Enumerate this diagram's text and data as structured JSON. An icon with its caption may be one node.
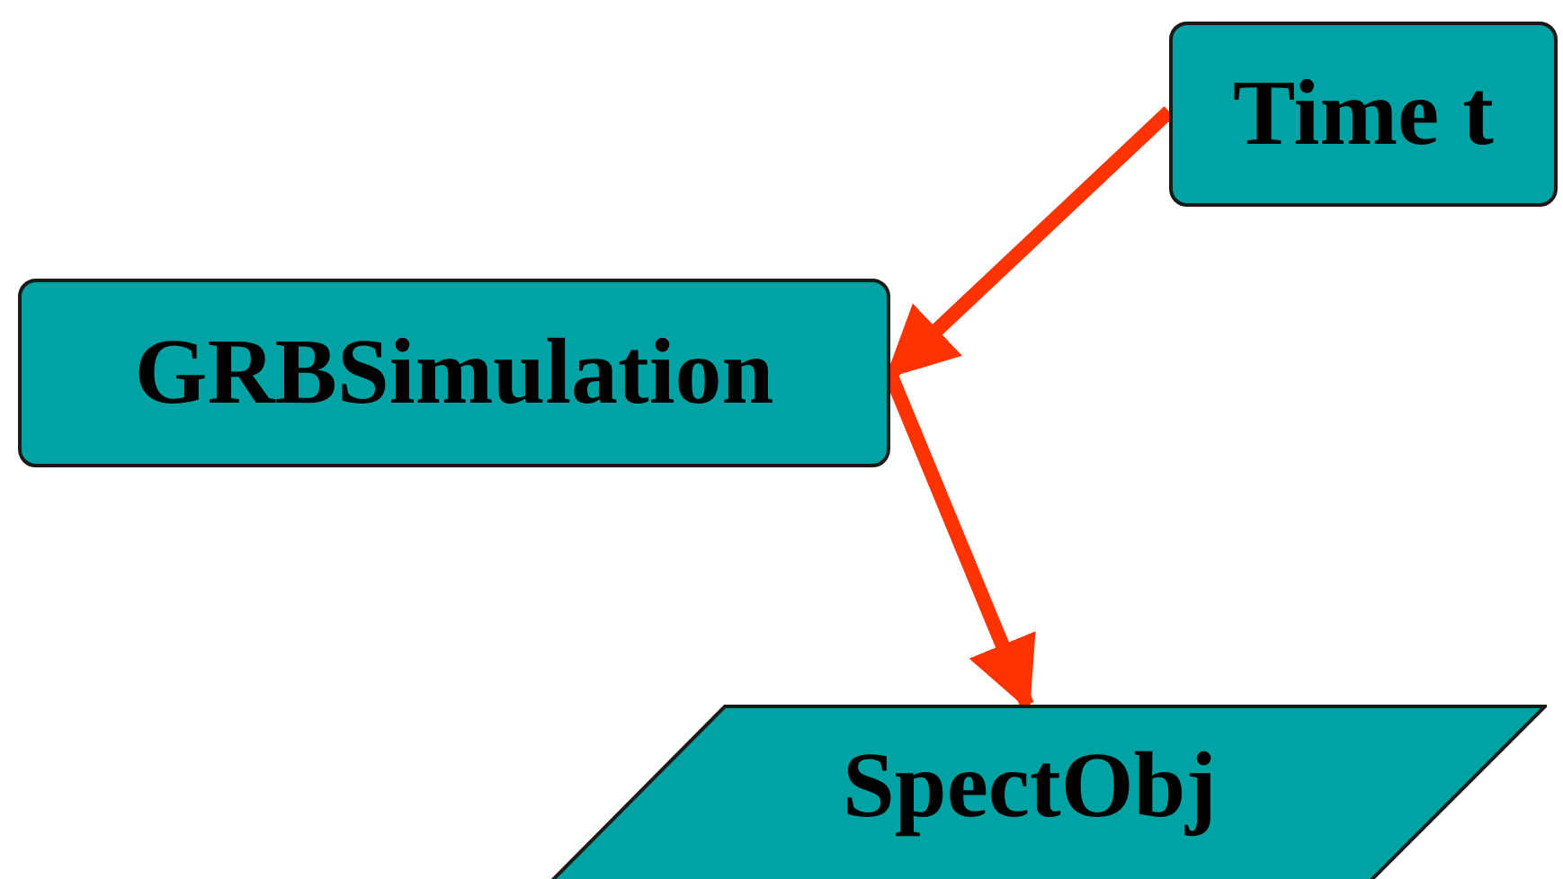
{
  "diagram": {
    "nodes": [
      {
        "text": [
          "Time t"
        ]
      },
      {
        "text": [
          "GRBSimulation"
        ]
      },
      {
        "text": [
          "SpectObj"
        ]
      }
    ],
    "edges": [
      {
        "from": 0,
        "to": 1,
        "arrow": "to"
      },
      {
        "from": 1,
        "to": 2,
        "arrow": "to"
      }
    ]
  }
}
